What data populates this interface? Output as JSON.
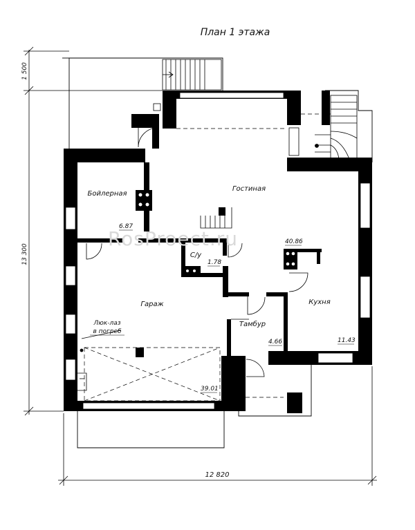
{
  "title": "План 1 этажа",
  "watermark": "RosProect.ru",
  "dimensions": {
    "overall_width": "12 820",
    "overall_depth": "13 300",
    "porch_depth": "1 500"
  },
  "rooms": [
    {
      "name": "Бойлерная",
      "area": "6.87"
    },
    {
      "name": "Гостиная",
      "area": "40.86"
    },
    {
      "name": "С/у",
      "area": "1.78"
    },
    {
      "name": "Кухня",
      "area": "11.43"
    },
    {
      "name": "Гараж",
      "area": "39.01"
    },
    {
      "name": "Тамбур",
      "area": "4.66"
    }
  ],
  "notes": {
    "hatch_line1": "Люк-лаз",
    "hatch_line2": "в погреб"
  }
}
